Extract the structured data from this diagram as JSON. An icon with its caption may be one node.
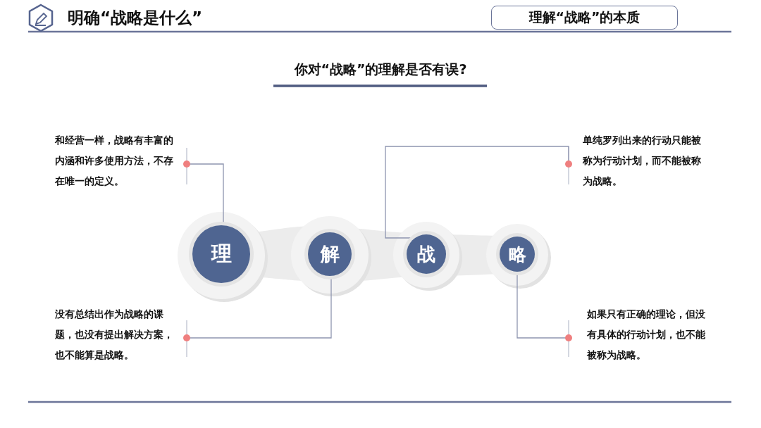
{
  "diagram": {
    "title": "明确“战略是什么”",
    "nodes": [
      {
        "text": [
          "理解“战略”的本质"
        ]
      },
      {
        "text": [
          "和经营一样，战略有丰富的内涵和许多使用方法，不存在唯一的定义。"
        ]
      },
      {
        "text": [
          "单纯罗列出来的行动只能被称为行动计划，而不能被称为战略。"
        ]
      },
      {
        "text": [
          "理"
        ]
      },
      {
        "text": [
          "解"
        ]
      },
      {
        "text": [
          "战"
        ]
      },
      {
        "text": [
          "略"
        ]
      },
      {
        "text": [
          "没有总结出作为战略的课题，也没有提出解决方案，也不能算是战略。"
        ]
      },
      {
        "text": [
          "如果只有正确的理论，但没有具体的行动计划，也不能被称为战略。"
        ]
      }
    ],
    "edges": [
      {
        "from": 1,
        "to": 3,
        "arrow": "other"
      },
      {
        "from": 2,
        "to": 5,
        "arrow": "other"
      },
      {
        "from": 7,
        "to": 4,
        "arrow": "other"
      },
      {
        "from": 8,
        "to": 6,
        "arrow": "other"
      }
    ],
    "labels": [
      "你对“战略”的理解是否有误?"
    ]
  }
}
